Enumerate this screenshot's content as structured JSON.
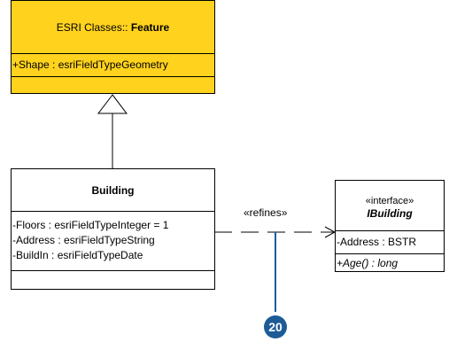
{
  "colors": {
    "feature_fill": "#ffd21e",
    "border": "#000000",
    "callout": "#1d5b97",
    "callout_text": "#ffffff"
  },
  "feature": {
    "title_prefix": "ESRI Classes::",
    "title_name": "Feature",
    "attributes": [
      "+Shape : esriFieldTypeGeometry"
    ]
  },
  "building": {
    "title": "Building",
    "attributes": [
      "-Floors : esriFieldTypeInteger = 1",
      "-Address : esriFieldTypeString",
      "-BuildIn : esriFieldTypeDate"
    ]
  },
  "ibuilding": {
    "stereotype": "«interface»",
    "title": "IBuilding",
    "attributes": [
      "-Address : BSTR"
    ],
    "operations": [
      "+Age() : long"
    ]
  },
  "relation": {
    "label": "«refines»"
  },
  "callout": {
    "number": "20"
  }
}
